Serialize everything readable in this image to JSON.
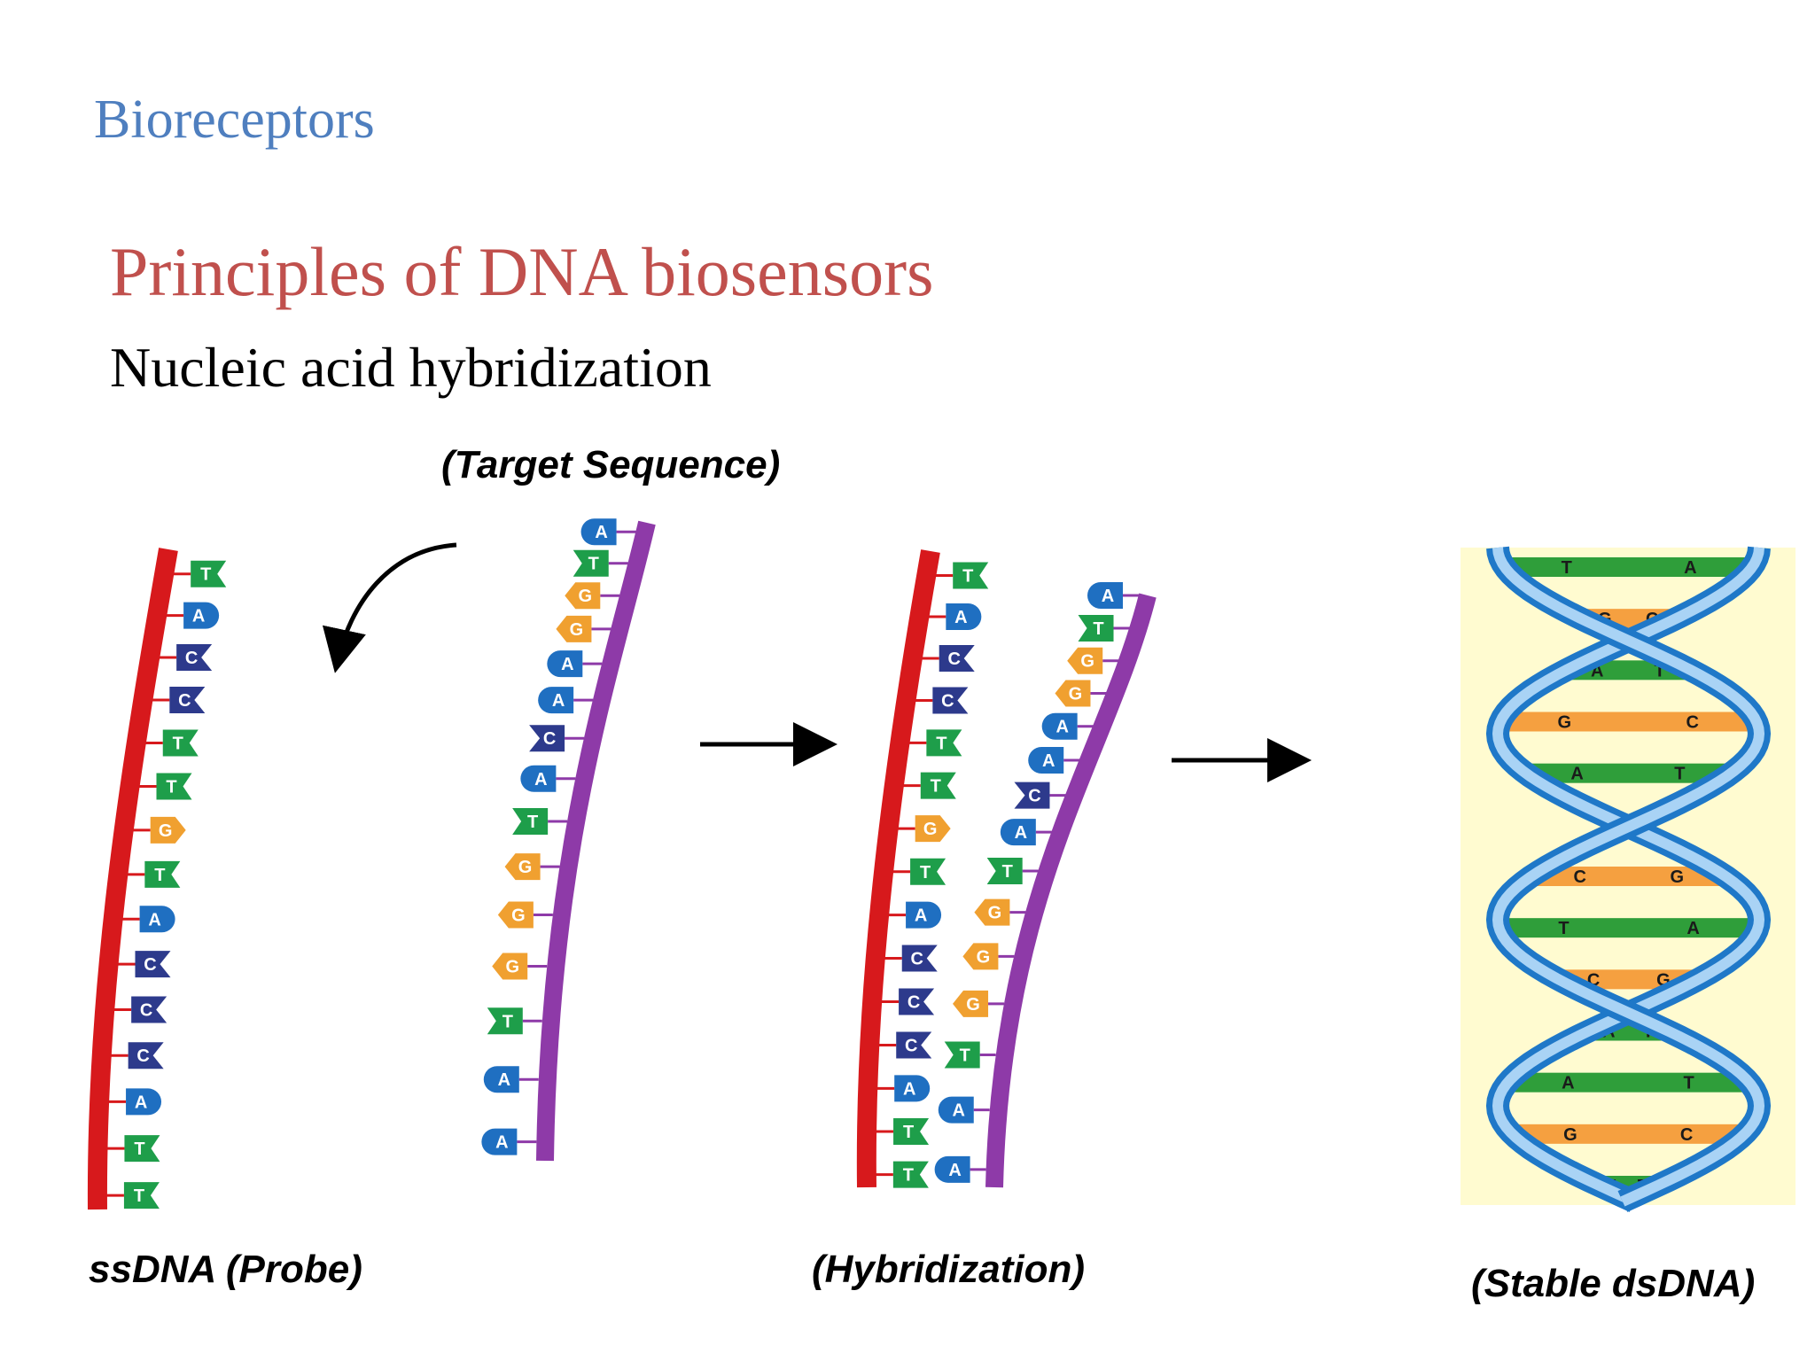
{
  "slide": {
    "section": "Bioreceptors",
    "title": "Principles of DNA biosensors",
    "subtitle": "Nucleic acid hybridization"
  },
  "captions": {
    "target": "(Target Sequence)",
    "probe": "ssDNA (Probe)",
    "hybridization": "(Hybridization)",
    "stable": "(Stable dsDNA)"
  },
  "probe_bases": [
    "T",
    "A",
    "C",
    "C",
    "T",
    "T",
    "G",
    "T",
    "A",
    "C",
    "C",
    "C",
    "A",
    "T",
    "T"
  ],
  "target_bases": [
    "A",
    "T",
    "G",
    "G",
    "A",
    "A",
    "C",
    "A",
    "T",
    "G",
    "G",
    "G",
    "T",
    "A",
    "A"
  ],
  "helix_pairs": [
    [
      "T",
      "A"
    ],
    [
      "G",
      "C"
    ],
    [
      "A",
      "T"
    ],
    [
      "G",
      "C"
    ],
    [
      "A",
      "T"
    ],
    [
      "C",
      "G"
    ],
    [
      "C",
      "G"
    ],
    [
      "T",
      "A"
    ],
    [
      "C",
      "G"
    ],
    [
      "A",
      "T"
    ],
    [
      "A",
      "T"
    ],
    [
      "G",
      "C"
    ],
    [
      "A",
      "T"
    ]
  ],
  "colors": {
    "A": "#1f6fc1",
    "T": "#1e9e4a",
    "G": "#f0a030",
    "C": "#2d3a8c",
    "probe_backbone": "#d7191c",
    "target_backbone": "#8e3aa8",
    "helix_bg": "#fffbd0",
    "helix_outer": "#1f78c8",
    "helix_inner": "#a9d3f5",
    "rung_green": "#2f9e3a",
    "rung_orange": "#f5a040"
  }
}
